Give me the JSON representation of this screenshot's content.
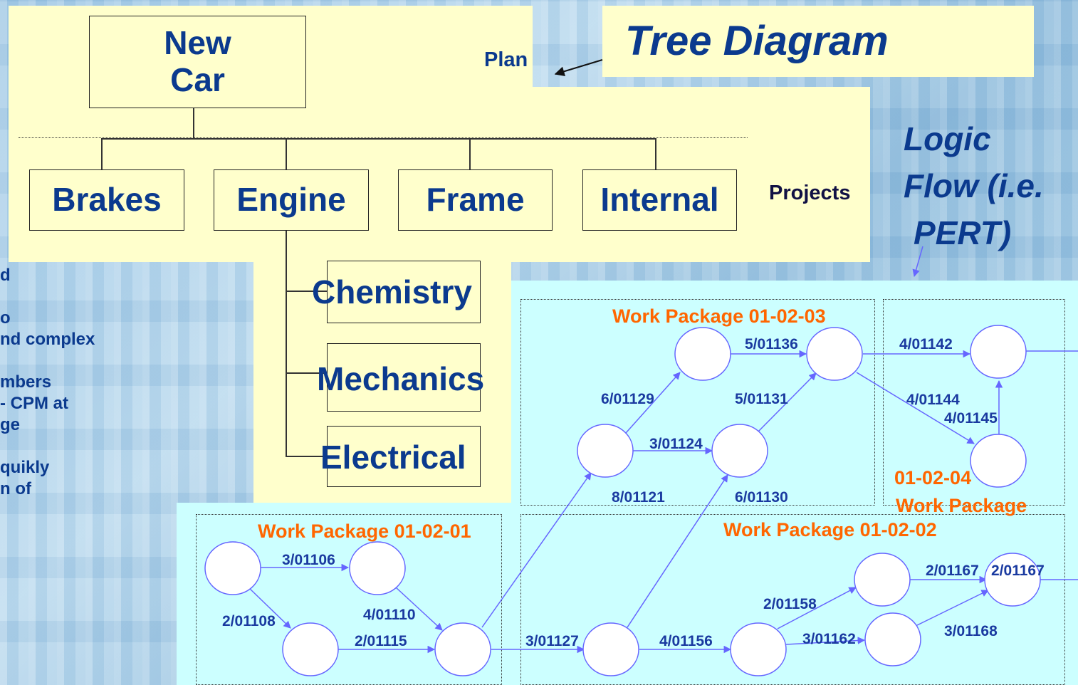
{
  "tree": {
    "title": "Tree Diagram",
    "plan_label": "Plan",
    "projects_label": "Projects",
    "root": [
      "New",
      "Car"
    ],
    "projects": [
      "Brakes",
      "Engine",
      "Frame",
      "Internal"
    ],
    "engine_children": [
      "Chemistry",
      "Mechanics",
      "Electrical"
    ]
  },
  "logic_flow": {
    "title_lines": [
      "Logic",
      "Flow (i.e.",
      "PERT)"
    ]
  },
  "side_text": [
    "d",
    "",
    "o",
    "nd complex",
    "",
    "mbers",
    "- CPM at",
    "ge",
    "",
    "quikly",
    "n of"
  ],
  "work_packages": {
    "wp1": "Work Package 01-02-01",
    "wp2": "Work Package 01-02-02",
    "wp3": "Work Package 01-02-03",
    "wp4_line1": "01-02-04",
    "wp4_line2": "Work Package"
  },
  "edges": {
    "e1": "3/01106",
    "e2": "2/01108",
    "e3": "4/01110",
    "e4": "2/01115",
    "e5": "3/01127",
    "e6": "4/01156",
    "e7": "2/01158",
    "e8": "3/01162",
    "e9": "2/01167",
    "e10": "2/01167",
    "e11": "3/01168",
    "e12": "6/01129",
    "e13": "3/01124",
    "e14": "8/01121",
    "e15": "6/01130",
    "e16": "5/01136",
    "e17": "5/01131",
    "e18": "4/01142",
    "e19": "4/01144",
    "e20": "4/01145"
  },
  "colors": {
    "plan_bg": "#ffffcc",
    "pert_bg": "#ccffff",
    "title": "#0b3a8e",
    "wp_label": "#ff6600",
    "edge": "#6666ff",
    "edge_label": "#1a3aa0"
  }
}
